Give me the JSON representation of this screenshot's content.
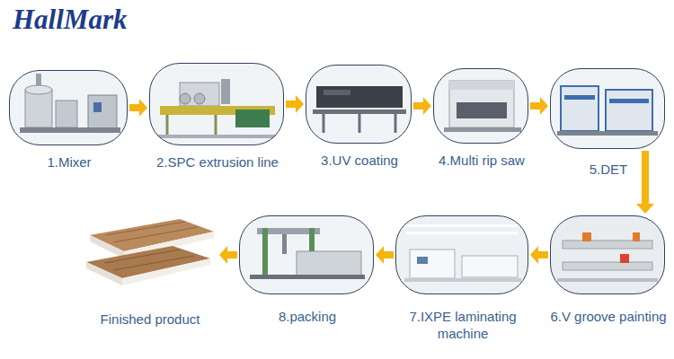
{
  "diagram": {
    "nodes": [
      {
        "text": [
          "1.Mixer"
        ]
      },
      {
        "text": [
          "2.SPC extrusion line"
        ]
      },
      {
        "text": [
          "3.UV coating"
        ]
      },
      {
        "text": [
          "4.Multi rip saw"
        ]
      },
      {
        "text": [
          "5.DET"
        ]
      },
      {
        "text": [
          "6.V groove painting"
        ]
      },
      {
        "text": [
          "7.IXPE laminating machine"
        ]
      },
      {
        "text": [
          "8.packing"
        ]
      },
      {
        "text": [
          "Finished product"
        ]
      }
    ],
    "edges": [
      {
        "from": 0,
        "to": 1,
        "arrow": "to"
      },
      {
        "from": 1,
        "to": 2,
        "arrow": "to"
      },
      {
        "from": 2,
        "to": 3,
        "arrow": "to"
      },
      {
        "from": 3,
        "to": 4,
        "arrow": "to"
      },
      {
        "from": 4,
        "to": 5,
        "arrow": "to"
      },
      {
        "from": 5,
        "to": 6,
        "arrow": "to"
      },
      {
        "from": 6,
        "to": 7,
        "arrow": "to"
      },
      {
        "from": 7,
        "to": 8,
        "arrow": "to"
      }
    ],
    "labels": [
      "HallMark"
    ]
  }
}
